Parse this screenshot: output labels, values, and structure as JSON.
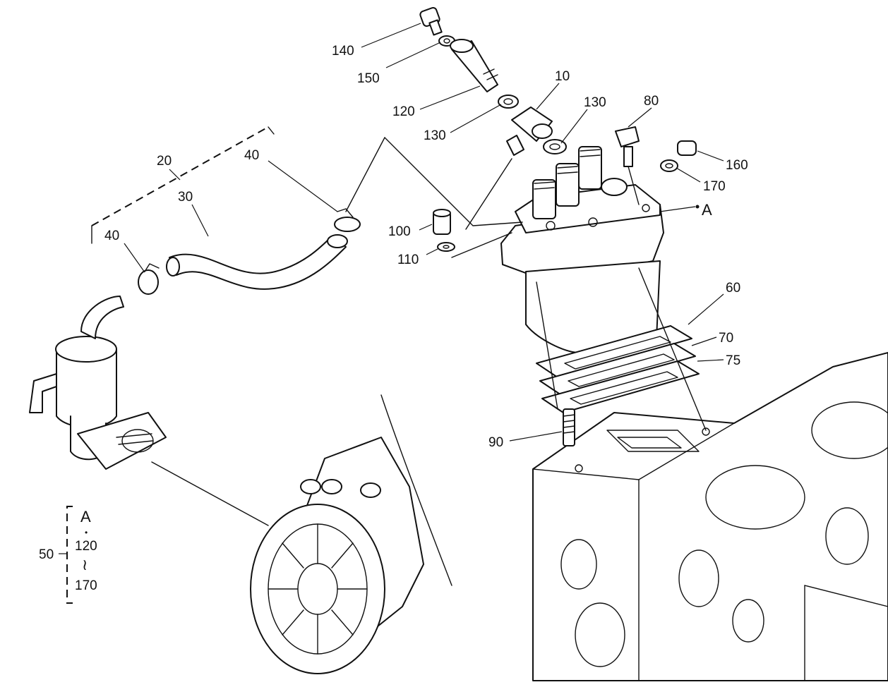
{
  "callouts": {
    "c140": "140",
    "c150": "150",
    "c120": "120",
    "c10": "10",
    "c130a": "130",
    "c130b": "130",
    "c80": "80",
    "c160": "160",
    "c170": "170",
    "c20": "20",
    "c40a": "40",
    "c30": "30",
    "c40b": "40",
    "c100": "100",
    "c110": "110",
    "cA": "A",
    "c60": "60",
    "c70": "70",
    "c75": "75",
    "c90": "90"
  },
  "legend": {
    "number": "50",
    "ref": "A",
    "dot": "•",
    "from": "120",
    "range": "≀",
    "to": "170"
  }
}
